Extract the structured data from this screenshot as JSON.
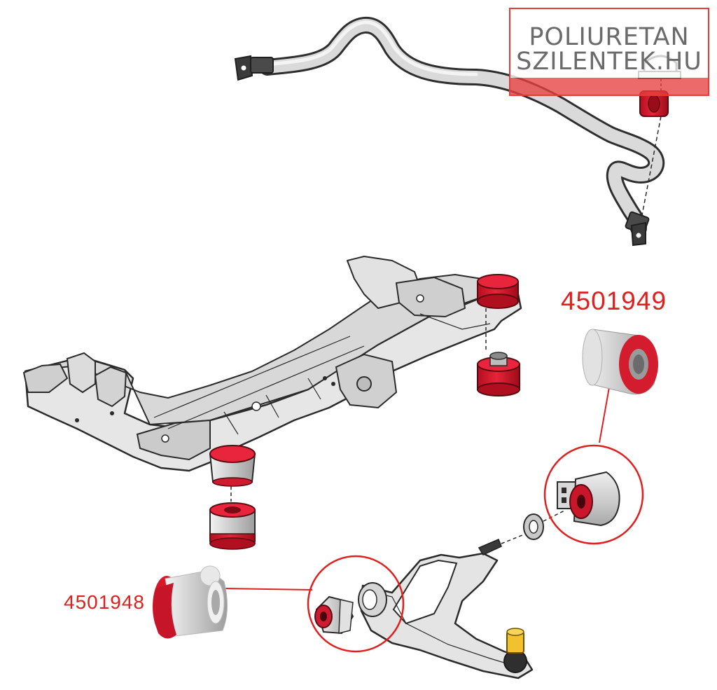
{
  "brand": {
    "line1": "POLIURETAN",
    "line2": "SZILENTEK.HU"
  },
  "part_codes": {
    "upper": "4501949",
    "lower": "4501948"
  },
  "colors": {
    "accent_red": "#e0201e",
    "polyurethane_red": "#d8182a",
    "metal_grey": "#d2d2d2",
    "outline": "#2b2b2b",
    "brand_text": "#6b6b6b"
  },
  "icons": {
    "ball_joint_stud": "yellow-stud"
  }
}
